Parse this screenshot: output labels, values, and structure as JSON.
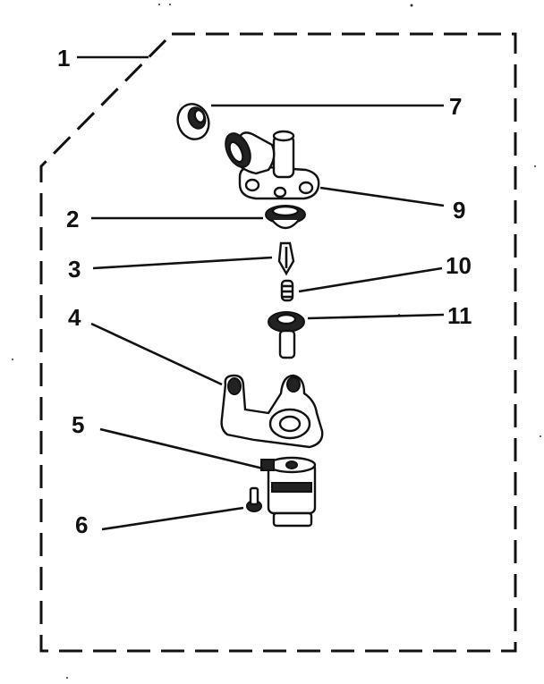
{
  "diagram": {
    "frame_label": "1",
    "callouts": [
      {
        "id": "2",
        "label": "2"
      },
      {
        "id": "3",
        "label": "3"
      },
      {
        "id": "4",
        "label": "4"
      },
      {
        "id": "5",
        "label": "5"
      },
      {
        "id": "6",
        "label": "6"
      },
      {
        "id": "7",
        "label": "7"
      },
      {
        "id": "9",
        "label": "9"
      },
      {
        "id": "10",
        "label": "10"
      },
      {
        "id": "11",
        "label": "11"
      }
    ]
  }
}
